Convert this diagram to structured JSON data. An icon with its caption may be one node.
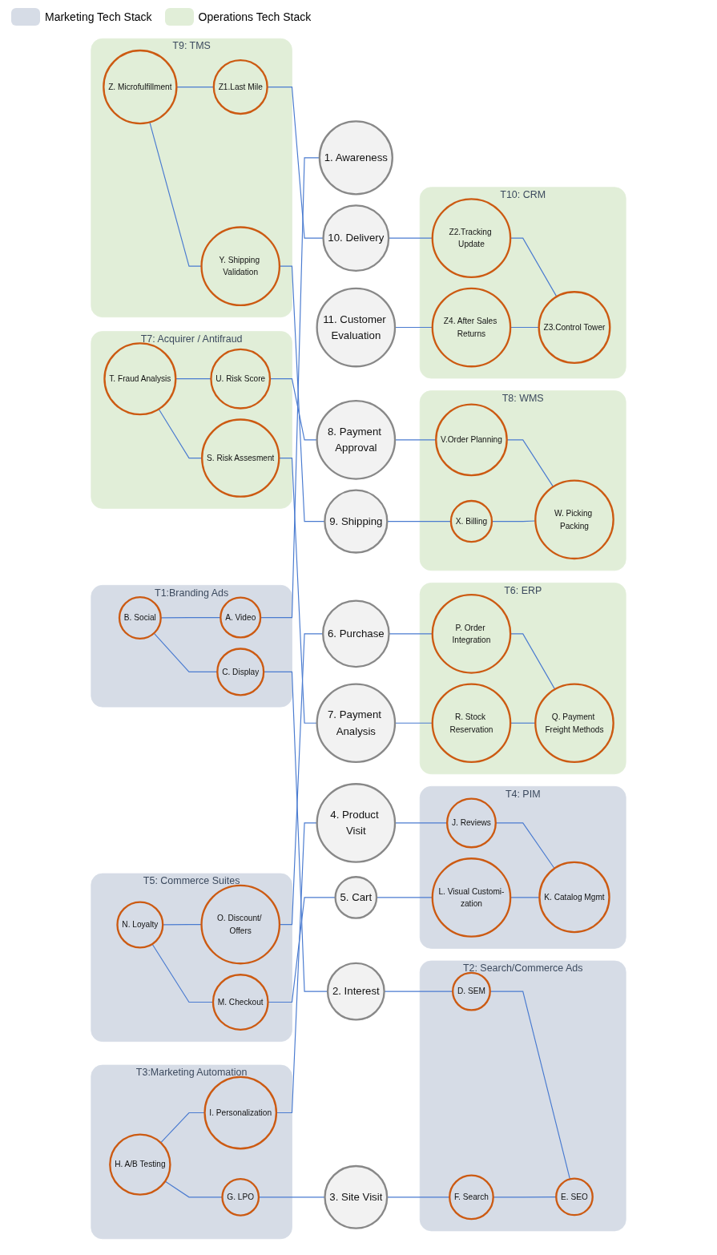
{
  "diagram": {
    "nodes": [
      {
        "text": [
          "1. Awareness"
        ]
      },
      {
        "text": [
          "2. Interest"
        ]
      },
      {
        "text": [
          "3. Site Visit"
        ]
      },
      {
        "text": [
          "4. Product Visit"
        ]
      },
      {
        "text": [
          "5. Cart"
        ]
      },
      {
        "text": [
          "6. Purchase"
        ]
      },
      {
        "text": [
          "7. Payment Analysis"
        ]
      },
      {
        "text": [
          "8. Payment Approval"
        ]
      },
      {
        "text": [
          "9. Shipping"
        ]
      },
      {
        "text": [
          "10. Delivery"
        ]
      },
      {
        "text": [
          "11. Customer Evaluation"
        ]
      },
      {
        "text": [
          "T1:Branding Ads"
        ]
      },
      {
        "text": [
          "A. Video"
        ],
        "in": 11
      },
      {
        "text": [
          "B. Social"
        ],
        "in": 11
      },
      {
        "text": [
          "C. Display"
        ],
        "in": 11
      },
      {
        "text": [
          "T2: Search/Commerce Ads"
        ]
      },
      {
        "text": [
          "D. SEM"
        ],
        "in": 15
      },
      {
        "text": [
          "E. SEO"
        ],
        "in": 15
      },
      {
        "text": [
          "F. Search"
        ],
        "in": 15
      },
      {
        "text": [
          "T3:Marketing Automation"
        ]
      },
      {
        "text": [
          "G. LPO"
        ],
        "in": 19
      },
      {
        "text": [
          "H. A/B Testing"
        ],
        "in": 19
      },
      {
        "text": [
          "I. Personalization"
        ],
        "in": 19
      },
      {
        "text": [
          "T4: PIM"
        ]
      },
      {
        "text": [
          "J. Reviews"
        ],
        "in": 23
      },
      {
        "text": [
          "K. Catalog Mgmt"
        ],
        "in": 23
      },
      {
        "text": [
          "L. Visual Customi-zation"
        ],
        "in": 23
      },
      {
        "text": [
          "T5: Commerce Suites"
        ]
      },
      {
        "text": [
          "M. Checkout"
        ],
        "in": 27
      },
      {
        "text": [
          "N. Loyalty"
        ],
        "in": 27
      },
      {
        "text": [
          "O. Discount/ Offers"
        ],
        "in": 27
      },
      {
        "text": [
          "T6: ERP"
        ]
      },
      {
        "text": [
          "P. Order Integration"
        ],
        "in": 31
      },
      {
        "text": [
          "Q. Payment Freight Methods"
        ],
        "in": 31
      },
      {
        "text": [
          "R. Stock Reservation"
        ],
        "in": 31
      },
      {
        "text": [
          "T7: Acquirer / Antifraud"
        ]
      },
      {
        "text": [
          "S. Risk Assesment"
        ],
        "in": 35
      },
      {
        "text": [
          "T. Fraud Analysis"
        ],
        "in": 35
      },
      {
        "text": [
          "U. Risk Score"
        ],
        "in": 35
      },
      {
        "text": [
          "T8: WMS"
        ]
      },
      {
        "text": [
          "V.Order Planning"
        ],
        "in": 39
      },
      {
        "text": [
          "W. Picking Packing"
        ],
        "in": 39
      },
      {
        "text": [
          "X. Billing"
        ],
        "in": 39
      },
      {
        "text": [
          "T9: TMS"
        ]
      },
      {
        "text": [
          "Y. Shipping Validation"
        ],
        "in": 43
      },
      {
        "text": [
          "Z. Microfulfillment"
        ],
        "in": 43
      },
      {
        "text": [
          "Z1.Last Mile"
        ],
        "in": 43
      },
      {
        "text": [
          "T10: CRM"
        ]
      },
      {
        "text": [
          "Z2.Tracking Update"
        ],
        "in": 47
      },
      {
        "text": [
          "Z3.Control Tower"
        ],
        "in": 47
      },
      {
        "text": [
          "Z4. After Sales Returns"
        ],
        "in": 47
      }
    ],
    "edges": [
      {
        "from": 13,
        "to": 12,
        "arrow": "none"
      },
      {
        "from": 13,
        "to": 14,
        "arrow": "none"
      },
      {
        "from": 12,
        "to": 0,
        "arrow": "none"
      },
      {
        "from": 14,
        "to": 1,
        "arrow": "none"
      },
      {
        "from": 1,
        "to": 16,
        "arrow": "none"
      },
      {
        "from": 2,
        "to": 18,
        "arrow": "none"
      },
      {
        "from": 16,
        "to": 17,
        "arrow": "none"
      },
      {
        "from": 18,
        "to": 17,
        "arrow": "none"
      },
      {
        "from": 21,
        "to": 20,
        "arrow": "none"
      },
      {
        "from": 21,
        "to": 22,
        "arrow": "none"
      },
      {
        "from": 20,
        "to": 2,
        "arrow": "none"
      },
      {
        "from": 22,
        "to": 3,
        "arrow": "none"
      },
      {
        "from": 3,
        "to": 24,
        "arrow": "none"
      },
      {
        "from": 4,
        "to": 26,
        "arrow": "none"
      },
      {
        "from": 24,
        "to": 25,
        "arrow": "none"
      },
      {
        "from": 26,
        "to": 25,
        "arrow": "none"
      },
      {
        "from": 29,
        "to": 28,
        "arrow": "none"
      },
      {
        "from": 29,
        "to": 30,
        "arrow": "none"
      },
      {
        "from": 28,
        "to": 4,
        "arrow": "none"
      },
      {
        "from": 30,
        "to": 5,
        "arrow": "none"
      },
      {
        "from": 5,
        "to": 32,
        "arrow": "none"
      },
      {
        "from": 6,
        "to": 34,
        "arrow": "none"
      },
      {
        "from": 32,
        "to": 33,
        "arrow": "none"
      },
      {
        "from": 34,
        "to": 33,
        "arrow": "none"
      },
      {
        "from": 37,
        "to": 36,
        "arrow": "none"
      },
      {
        "from": 37,
        "to": 38,
        "arrow": "none"
      },
      {
        "from": 36,
        "to": 6,
        "arrow": "none"
      },
      {
        "from": 38,
        "to": 7,
        "arrow": "none"
      },
      {
        "from": 7,
        "to": 40,
        "arrow": "none"
      },
      {
        "from": 8,
        "to": 42,
        "arrow": "none"
      },
      {
        "from": 40,
        "to": 41,
        "arrow": "none"
      },
      {
        "from": 42,
        "to": 41,
        "arrow": "none"
      },
      {
        "from": 45,
        "to": 44,
        "arrow": "none"
      },
      {
        "from": 45,
        "to": 46,
        "arrow": "none"
      },
      {
        "from": 44,
        "to": 8,
        "arrow": "none"
      },
      {
        "from": 46,
        "to": 9,
        "arrow": "none"
      },
      {
        "from": 9,
        "to": 48,
        "arrow": "none"
      },
      {
        "from": 10,
        "to": 50,
        "arrow": "none"
      },
      {
        "from": 48,
        "to": 49,
        "arrow": "none"
      },
      {
        "from": 50,
        "to": 49,
        "arrow": "none"
      }
    ],
    "legend": [
      {
        "text": "Marketing Tech Stack",
        "color": "#d6dce6"
      },
      {
        "text": "Operations Tech Stack",
        "color": "#e1eed8"
      }
    ]
  }
}
